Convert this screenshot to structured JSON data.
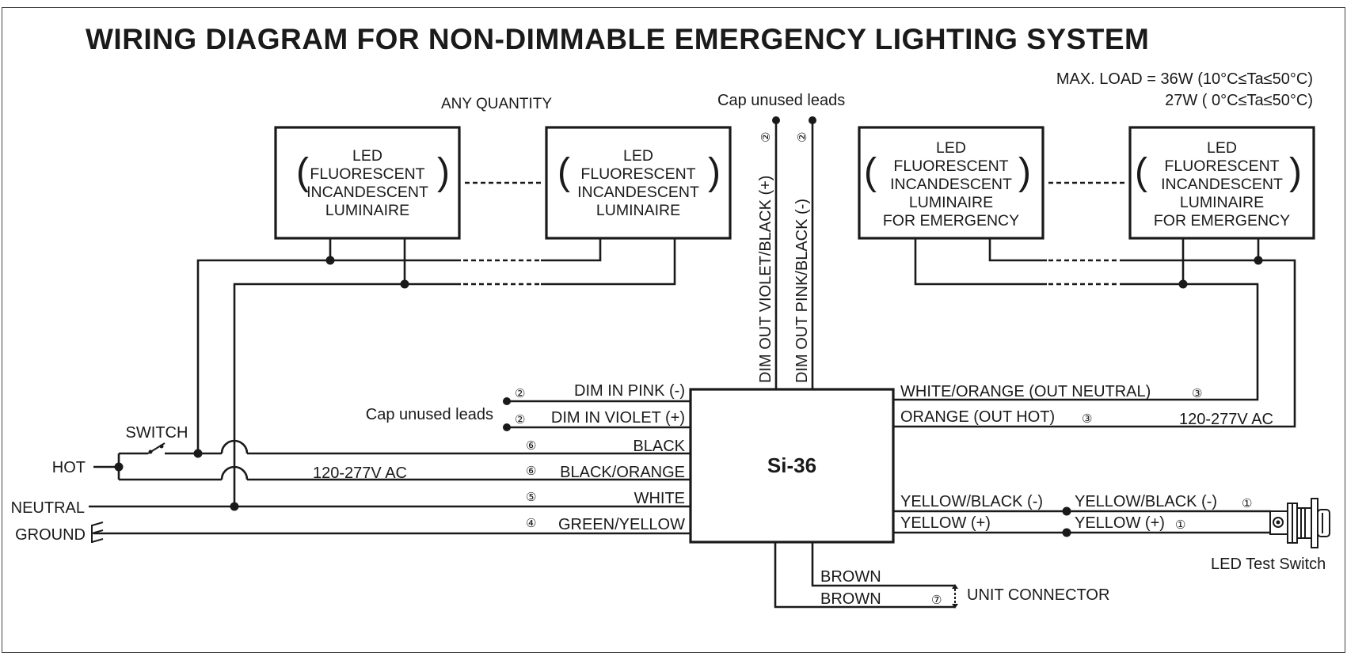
{
  "title": "WIRING DIAGRAM FOR NON-DIMMABLE EMERGENCY LIGHTING SYSTEM",
  "max_load": {
    "line1": "MAX. LOAD = 36W (10°C≤Ta≤50°C)",
    "line2": "27W (  0°C≤Ta≤50°C)"
  },
  "any_quantity": "ANY QUANTITY",
  "cap_unused_top": "Cap unused leads",
  "cap_unused_left": "Cap unused leads",
  "luminaires": [
    {
      "lines": [
        "LED",
        "FLUORESCENT",
        "INCANDESCENT",
        "LUMINAIRE"
      ]
    },
    {
      "lines": [
        "LED",
        "FLUORESCENT",
        "INCANDESCENT",
        "LUMINAIRE"
      ]
    }
  ],
  "emergency_luminaires": [
    {
      "lines": [
        "LED",
        "FLUORESCENT",
        "INCANDESCENT",
        "LUMINAIRE",
        "FOR EMERGENCY"
      ]
    },
    {
      "lines": [
        "LED",
        "FLUORESCENT",
        "INCANDESCENT",
        "LUMINAIRE",
        "FOR EMERGENCY"
      ]
    }
  ],
  "module": {
    "name": "Si-36"
  },
  "top_leads": [
    {
      "label": "DIM OUT VIOLET/BLACK (+)",
      "num": "②"
    },
    {
      "label": "DIM OUT PINK/BLACK (-)",
      "num": "②"
    }
  ],
  "left_leads": [
    {
      "num": "②",
      "label": "DIM IN PINK (-)"
    },
    {
      "num": "②",
      "label": "DIM IN VIOLET (+)"
    },
    {
      "num": "⑥",
      "label": "BLACK"
    },
    {
      "num": "⑥",
      "label": "BLACK/ORANGE"
    },
    {
      "num": "⑤",
      "label": "WHITE"
    },
    {
      "num": "④",
      "label": "GREEN/YELLOW"
    }
  ],
  "right_leads": [
    {
      "label": "WHITE/ORANGE (OUT NEUTRAL)",
      "num": "③"
    },
    {
      "label": "ORANGE (OUT HOT)",
      "num": "③"
    }
  ],
  "ac_right": "120-277V AC",
  "ac_left": "120-277V AC",
  "test_leads": {
    "yb_inner": "YELLOW/BLACK (-)",
    "yb_outer": "YELLOW/BLACK (-)",
    "yb_num": "①",
    "y_inner": "YELLOW (+)",
    "y_outer": "YELLOW (+)",
    "y_num": "①"
  },
  "test_switch": "LED Test Switch",
  "brown_leads": [
    "BROWN",
    "BROWN"
  ],
  "unit_connector": {
    "num": "⑦",
    "label": "UNIT CONNECTOR"
  },
  "mains": {
    "switch": "SWITCH",
    "hot": "HOT",
    "neutral": "NEUTRAL",
    "ground": "GROUND"
  },
  "colors": {
    "ink": "#1a1a1a",
    "background": "#ffffff",
    "border": "#444444"
  }
}
